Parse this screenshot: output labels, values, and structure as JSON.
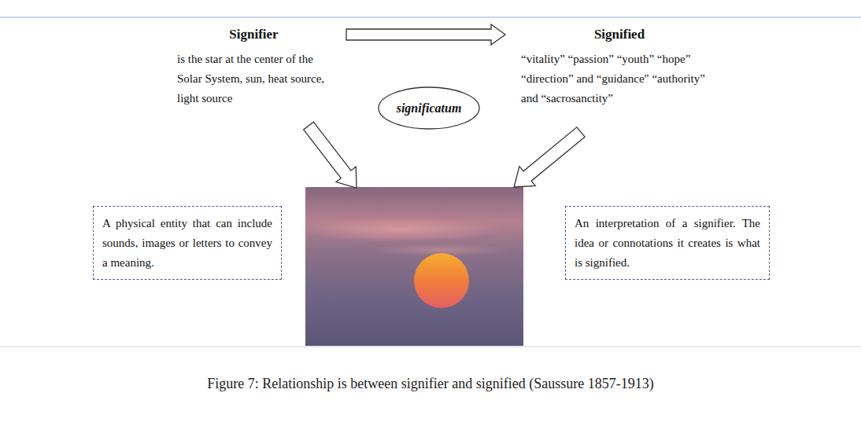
{
  "diagram": {
    "caption": "Figure 7: Relationship is between signifier and signified (Saussure 1857-1913)",
    "nodes": [
      {
        "text": [
          "Signifier",
          "is the star at the center of the Solar System, sun, heat source, light source"
        ]
      },
      {
        "text": [
          "significatum"
        ]
      },
      {
        "text": [
          "Signified",
          "“vitality” “passion” “youth” “hope” “direction” and “guidance\" “authority” and “sacrosanctity”"
        ]
      },
      {
        "text": [
          "A physical entity that can include sounds, images or letters to convey a meaning."
        ]
      },
      {
        "text": [
          "An interpretation of a signifier. The idea or connotations it creates is what is signified."
        ]
      }
    ],
    "edges": [
      {
        "from": 0,
        "to": 2,
        "arrow": "to"
      }
    ]
  }
}
